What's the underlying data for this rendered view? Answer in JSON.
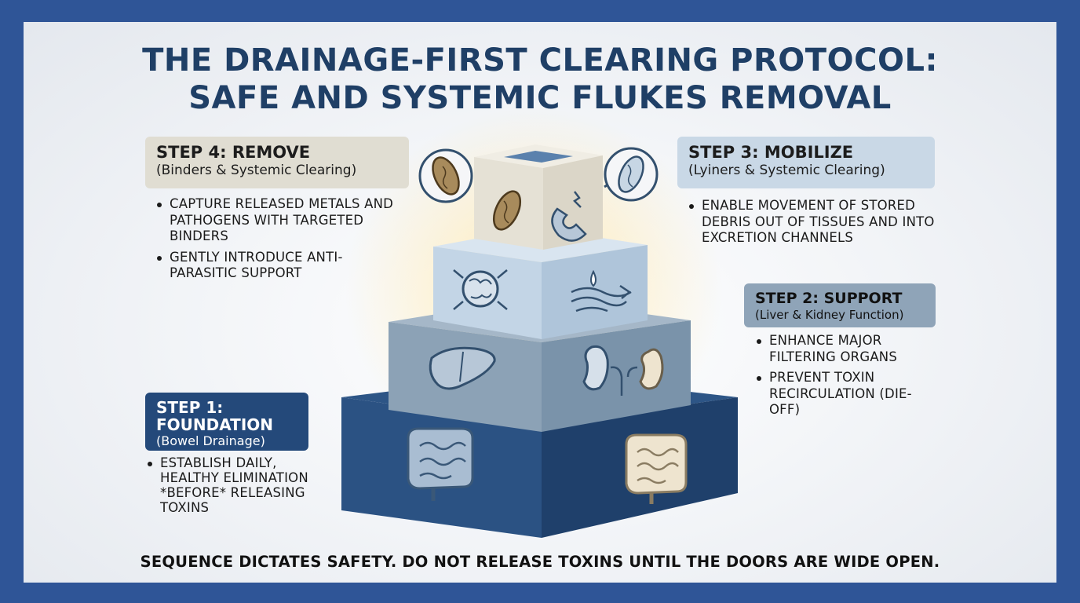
{
  "title": {
    "line1": "THE DRAINAGE-FIRST CLEARING PROTOCOL:",
    "line2": "SAFE AND SYSTEMIC FLUKES REMOVAL"
  },
  "steps": {
    "step4": {
      "heading": "STEP 4: REMOVE",
      "subtitle": "(Binders & Systemic Clearing)",
      "bullets": [
        "CAPTURE RELEASED METALS AND PATHOGENS WITH TARGETED BINDERS",
        "GENTLY INTRODUCE ANTI-PARASITIC SUPPORT"
      ],
      "color": "#e0ddd2"
    },
    "step3": {
      "heading": "STEP 3: MOBILIZE",
      "subtitle": "(Lyiners & Systemic Clearing)",
      "bullets": [
        "ENABLE MOVEMENT OF STORED DEBRIS OUT OF TISSUES AND INTO EXCRETION CHANNELS"
      ],
      "color": "#c9d8e6"
    },
    "step2": {
      "heading": "STEP 2: SUPPORT",
      "subtitle": "(Liver & Kidney Function)",
      "bullets": [
        "ENHANCE MAJOR FILTERING ORGANS",
        "PREVENT TOXIN RECIRCULATION (DIE-OFF)"
      ],
      "color": "#8fa4b8"
    },
    "step1": {
      "heading": "STEP 1: FOUNDATION",
      "subtitle": "(Bowel Drainage)",
      "bullets": [
        "ESTABLISH DAILY, HEALTHY ELIMINATION *BEFORE* RELEASING TOXINS"
      ],
      "color": "#24497a"
    }
  },
  "footer": "SEQUENCE DICTATES SAFETY. DO NOT RELEASE TOXINS UNTIL THE DOORS ARE WIDE OPEN.",
  "icons": {
    "tier4": [
      "fluke-icon",
      "fluke-icon",
      "magnet-icon",
      "fluke-icon"
    ],
    "tier3": [
      "lymph-node-icon",
      "fluid-flow-icon"
    ],
    "tier2": [
      "liver-icon",
      "kidneys-icon"
    ],
    "tier1": [
      "intestines-icon",
      "intestines-icon"
    ]
  }
}
